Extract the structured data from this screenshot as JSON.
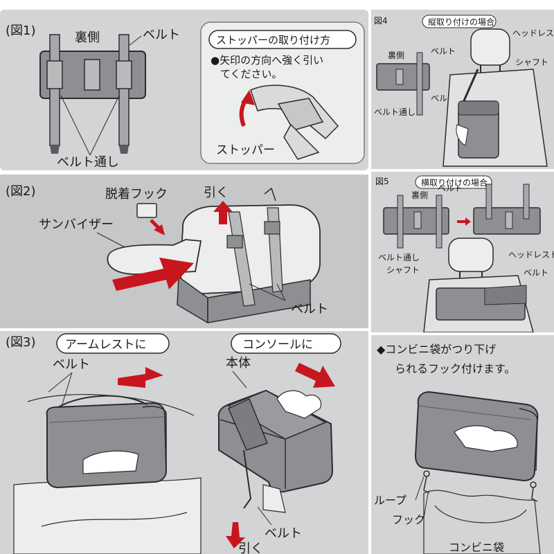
{
  "colors": {
    "panel": "#d3d4d6",
    "panel_dark": "#c6c7c9",
    "arrow": "#c8161e",
    "line": "#2b2b2b",
    "case": "#8e8f92",
    "case_light": "#b9babc",
    "white": "#ffffff"
  },
  "fig1": {
    "label": "(図1)",
    "back": "裏側",
    "belt": "ベルト",
    "belt_loop": "ベルト通し",
    "stopper_title": "ストッパーの取り付け方",
    "stopper_instr_1": "●矢印の方向へ強く引い",
    "stopper_instr_2": "てください。",
    "stopper": "ストッパー"
  },
  "fig2": {
    "label": "(図2)",
    "hook": "脱着フック",
    "pull": "引く",
    "sunvisor": "サンバイザー",
    "belt": "ベルト"
  },
  "fig3": {
    "label": "(図3)",
    "armrest": "アームレストに",
    "console": "コンソールに",
    "belt_left": "ベルト",
    "body": "本体",
    "belt_right": "ベルト",
    "pull": "引く"
  },
  "fig4": {
    "label": "図4",
    "title": "縦取り付けの場合",
    "back": "裏側",
    "belt": "ベルト",
    "belt_loop": "ベルト通し",
    "headrest": "ヘッドレスト",
    "shaft": "シャフト",
    "belt2": "ベルト"
  },
  "fig5": {
    "label": "図5",
    "title": "横取り付けの場合",
    "back": "裏側",
    "belt": "ベルト",
    "belt_loop": "ベルト通し",
    "headrest": "ヘッドレスト",
    "shaft": "シャフト",
    "belt2": "ベルト"
  },
  "fig6": {
    "note_1": "◆コンビニ袋がつり下げ",
    "note_2": "られるフック付けます。",
    "loop": "ループ",
    "hook": "フック",
    "bag": "コンビニ袋"
  }
}
